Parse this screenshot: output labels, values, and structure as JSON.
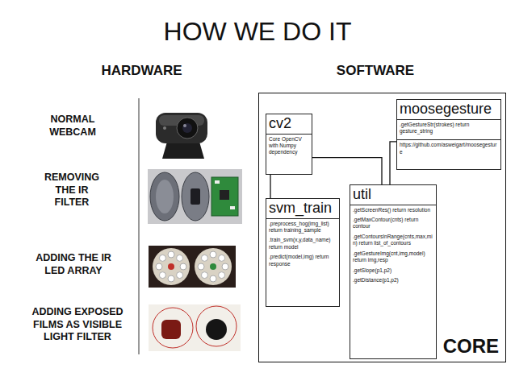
{
  "diagram": {
    "title": "HOW WE DO IT",
    "nodes": [
      {
        "text": [
          "CORE"
        ]
      },
      {
        "text": [
          "cv2",
          "Core OpenCV with Numpy dependency"
        ],
        "in": 0
      },
      {
        "text": [
          "moosegesture",
          ".getGestureStr(strokes) return gesture_string",
          "https://github.com/asweigart/moosegesture"
        ],
        "in": 0
      },
      {
        "text": [
          "svm_train",
          ".preprocess_hog(img_list) return training_sample",
          ".train_svm(x,y,data_name) return model",
          ".predict(model,img) return response"
        ],
        "in": 0
      },
      {
        "text": [
          "util",
          ".getScreenRes() return resolution",
          ".getMaxContour(cnts) return contour",
          ".getContoursInRange(cnts,max,min) return list_of_contours",
          ".getGestureImg(cnt,img,model) return img,resp",
          ".getSlope(p1,p2)",
          ".getDistance(p1,p2)"
        ],
        "in": 0
      }
    ],
    "edges": [
      {
        "from": 1,
        "to": 3,
        "arrow": "none"
      },
      {
        "from": 1,
        "to": 4,
        "arrow": "none"
      },
      {
        "from": 2,
        "to": 4,
        "arrow": "none"
      }
    ],
    "labels": [
      "HARDWARE",
      "SOFTWARE",
      "NORMAL WEBCAM",
      "REMOVING THE IR FILTER",
      "ADDING THE IR LED ARRAY",
      "ADDING EXPOSED FILMS AS VISIBLE LIGHT FILTER"
    ]
  }
}
